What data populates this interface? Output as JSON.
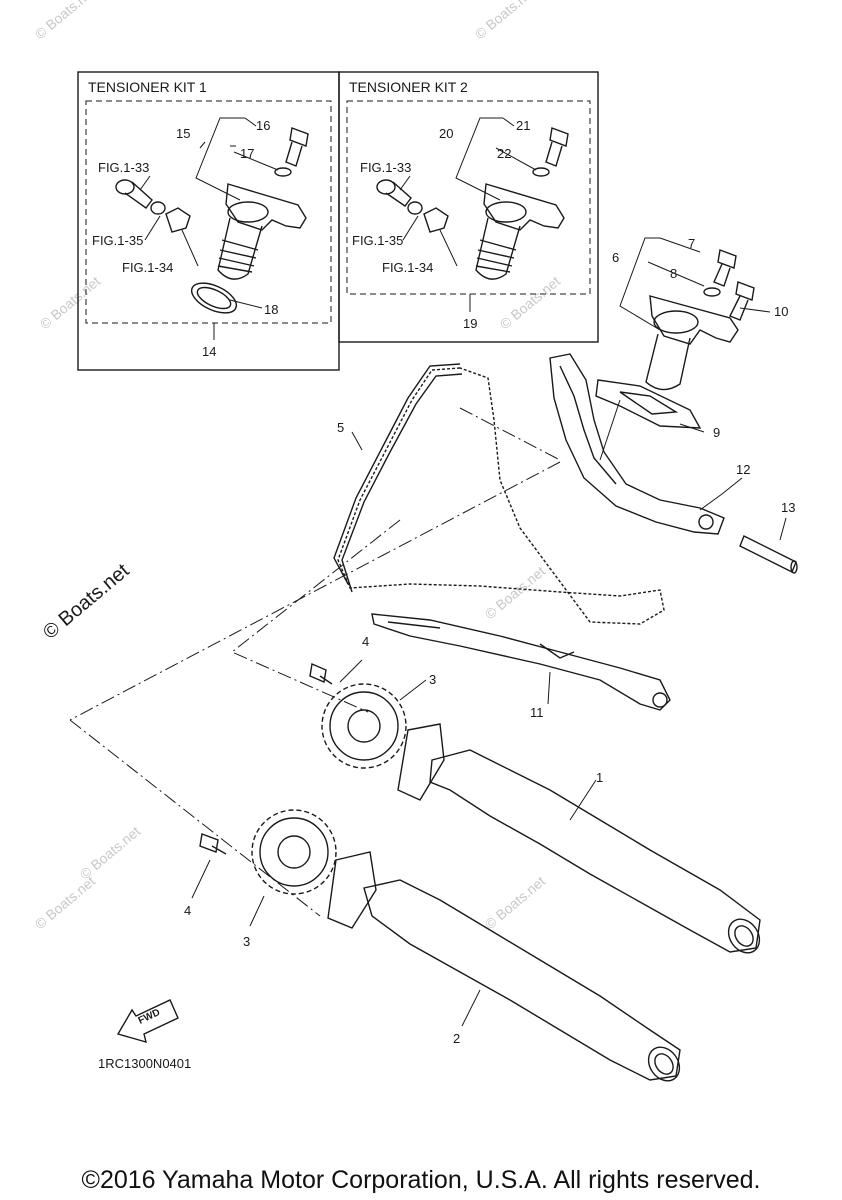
{
  "kits": {
    "kit1_title": "TENSIONER KIT 1",
    "kit2_title": "TENSIONER KIT 2"
  },
  "labels": {
    "p1": "1",
    "p2": "2",
    "p3a": "3",
    "p3b": "3",
    "p4a": "4",
    "p4b": "4",
    "p5": "5",
    "p6": "6",
    "p7": "7",
    "p8": "8",
    "p9": "9",
    "p10": "10",
    "p11": "11",
    "p12": "12",
    "p13": "13",
    "p14": "14",
    "p15": "15",
    "p16": "16",
    "p17": "17",
    "p18": "18",
    "p19": "19",
    "p20": "20",
    "p21": "21",
    "p22": "22"
  },
  "fig_refs": {
    "k1_f33": "FIG.1-33",
    "k1_f35": "FIG.1-35",
    "k1_f34": "FIG.1-34",
    "k2_f33": "FIG.1-33",
    "k2_f35": "FIG.1-35",
    "k2_f34": "FIG.1-34"
  },
  "fwd_label": "FWD",
  "diagram_code": "1RC1300N0401",
  "watermark": "© Boats.net",
  "copyright": "©2016 Yamaha Motor Corporation, U.S.A. All rights reserved.",
  "colors": {
    "line": "#1a1a1a",
    "watermark": "#c8c8c8",
    "background": "#ffffff"
  }
}
